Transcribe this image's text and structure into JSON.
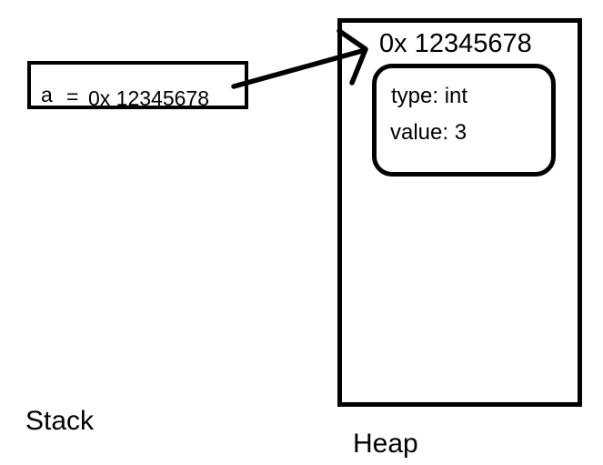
{
  "colors": {
    "ink": "#000000",
    "background": "#ffffff"
  },
  "stack": {
    "label": "Stack",
    "frame": {
      "variable": "a",
      "equals": "=",
      "address": "0x 12345678"
    }
  },
  "heap": {
    "label": "Heap",
    "block": {
      "address": "0x 12345678",
      "object": {
        "type": "type: int",
        "value": "value: 3"
      }
    }
  }
}
